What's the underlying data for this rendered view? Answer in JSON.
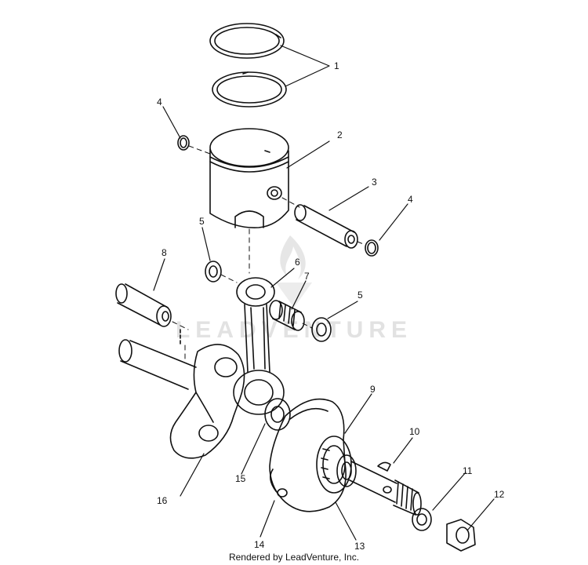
{
  "diagram": {
    "watermark_text": "LEADVENTURE",
    "footer_credit": "Rendered by LeadVenture, Inc.",
    "callouts": {
      "piston_rings": "1",
      "piston": "2",
      "piston_pin": "3",
      "circlip_left": "4",
      "circlip_right": "4",
      "washer_left": "5",
      "washer_right": "5",
      "connecting_rod": "6",
      "needle_bearing": "7",
      "crank_pin": "8",
      "main_bearing": "9",
      "woodruff_key": "10",
      "lock_washer": "11",
      "nut": "12",
      "oil_seal": "13",
      "crank_half_right": "14",
      "rod_washer": "15",
      "crank_half_left": "16"
    }
  }
}
